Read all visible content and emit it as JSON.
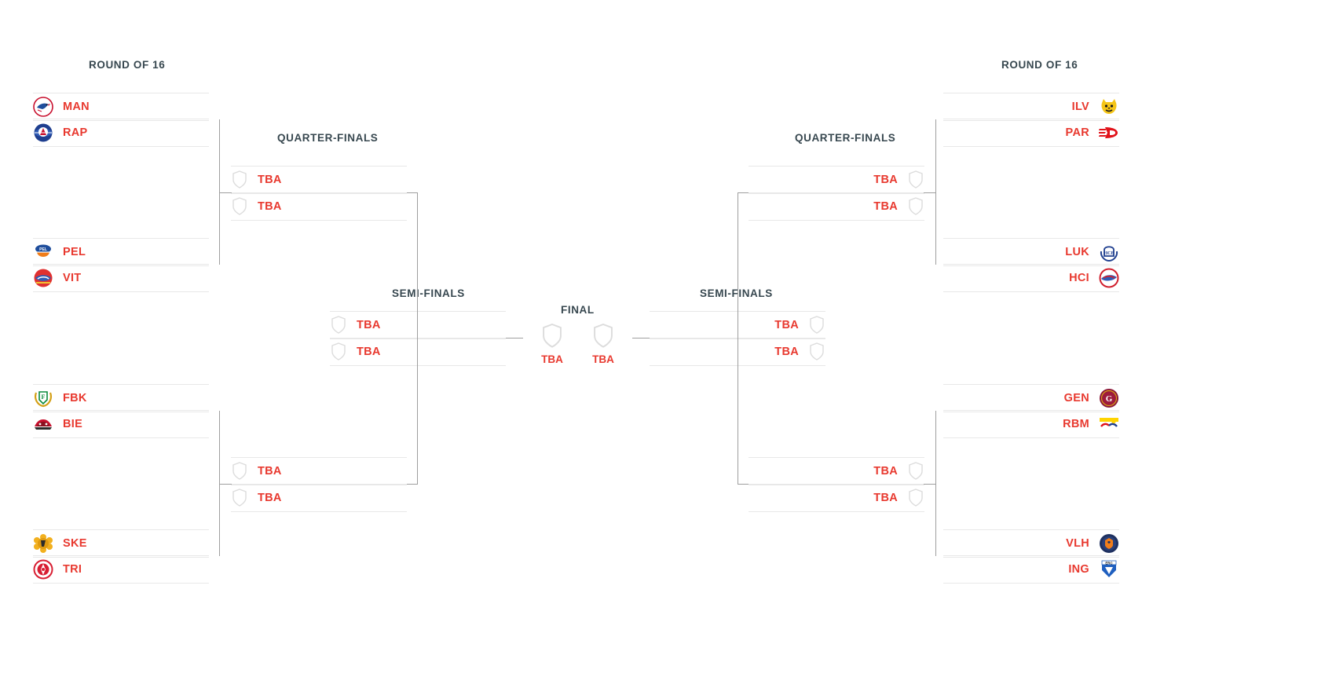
{
  "tournament": {
    "rounds": {
      "left_r16_label": "ROUND OF 16",
      "left_qf_label": "QUARTER-FINALS",
      "left_sf_label": "SEMI-FINALS",
      "final_label": "FINAL",
      "right_sf_label": "SEMI-FINALS",
      "right_qf_label": "QUARTER-FINALS",
      "right_r16_label": "ROUND OF 16"
    },
    "colors": {
      "team_text": "#e8392f",
      "header_text": "#37474f",
      "row_divider": "#e8e8e8",
      "connector": "#9e9e9e",
      "background": "#ffffff"
    },
    "left_round_of_16": [
      {
        "abbr": "MAN",
        "logo": "team-logo-man"
      },
      {
        "abbr": "RAP",
        "logo": "team-logo-rap"
      },
      {
        "abbr": "PEL",
        "logo": "team-logo-pel"
      },
      {
        "abbr": "VIT",
        "logo": "team-logo-vit"
      },
      {
        "abbr": "FBK",
        "logo": "team-logo-fbk"
      },
      {
        "abbr": "BIE",
        "logo": "team-logo-bie"
      },
      {
        "abbr": "SKE",
        "logo": "team-logo-ske"
      },
      {
        "abbr": "TRI",
        "logo": "team-logo-tri"
      }
    ],
    "right_round_of_16": [
      {
        "abbr": "ILV",
        "logo": "team-logo-ilv"
      },
      {
        "abbr": "PAR",
        "logo": "team-logo-par"
      },
      {
        "abbr": "LUK",
        "logo": "team-logo-luk"
      },
      {
        "abbr": "HCI",
        "logo": "team-logo-hci"
      },
      {
        "abbr": "GEN",
        "logo": "team-logo-gen"
      },
      {
        "abbr": "RBM",
        "logo": "team-logo-rbm"
      },
      {
        "abbr": "VLH",
        "logo": "team-logo-vlh"
      },
      {
        "abbr": "ING",
        "logo": "team-logo-ing"
      }
    ],
    "left_quarter_finals": [
      {
        "abbr": "TBA"
      },
      {
        "abbr": "TBA"
      },
      {
        "abbr": "TBA"
      },
      {
        "abbr": "TBA"
      }
    ],
    "right_quarter_finals": [
      {
        "abbr": "TBA"
      },
      {
        "abbr": "TBA"
      },
      {
        "abbr": "TBA"
      },
      {
        "abbr": "TBA"
      }
    ],
    "left_semi_finals": [
      {
        "abbr": "TBA"
      },
      {
        "abbr": "TBA"
      }
    ],
    "right_semi_finals": [
      {
        "abbr": "TBA"
      },
      {
        "abbr": "TBA"
      }
    ],
    "final": [
      {
        "abbr": "TBA"
      },
      {
        "abbr": "TBA"
      }
    ]
  }
}
